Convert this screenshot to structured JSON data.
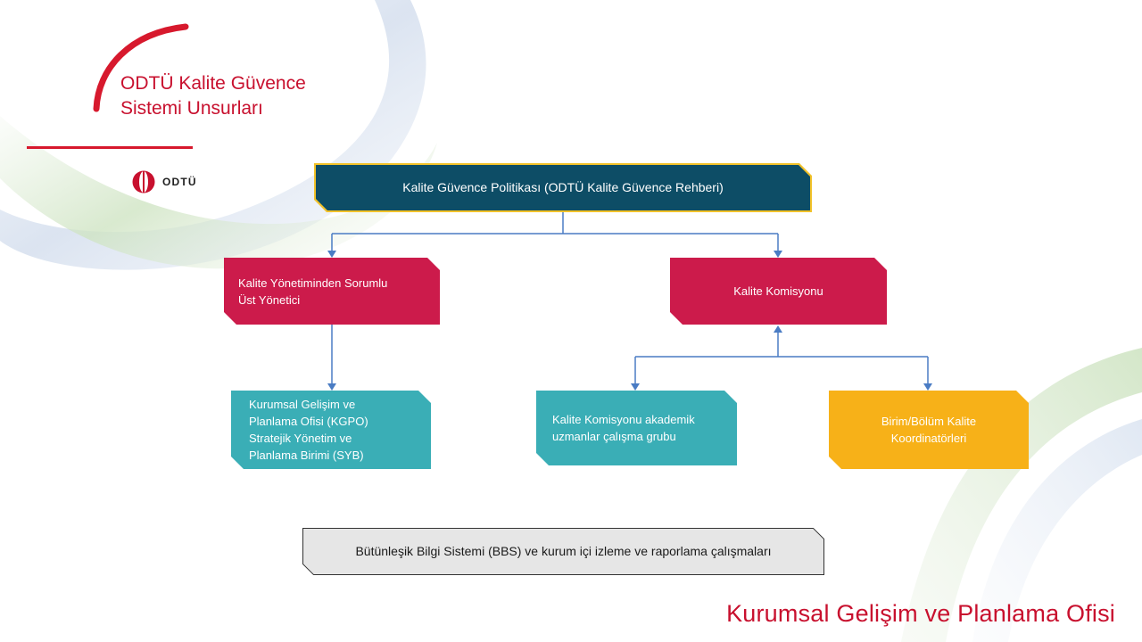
{
  "header": {
    "title_line1": "ODTÜ Kalite Güvence",
    "title_line2": "Sistemi Unsurları",
    "logo_text": "ODTÜ"
  },
  "diagram": {
    "policy": "Kalite Güvence Politikası (ODTÜ Kalite Güvence Rehberi)",
    "management": "Kalite Yönetiminden Sorumlu\nÜst Yönetici",
    "commission": "Kalite Komisyonu",
    "kgpo": "Kurumsal Gelişim ve\nPlanlama Ofisi (KGPO)\nStratejik Yönetim ve\nPlanlama Birimi (SYB)",
    "academic_group": "Kalite Komisyonu akademik\nuzmanlar çalışma grubu",
    "coordinators": "Birim/Bölüm Kalite\nKoordinatörleri",
    "bbs": "Bütünleşik Bilgi Sistemi (BBS) ve kurum içi izleme ve raporlama çalışmaları"
  },
  "footer": {
    "office_name": "Kurumsal Gelişim ve Planlama Ofisi"
  },
  "colors": {
    "brand_red": "#c8102e",
    "policy_fill": "#0d4d66",
    "policy_border": "#f2c229",
    "magenta": "#cc1b4b",
    "teal": "#3aaeb6",
    "amber": "#f7b118",
    "connector": "#4a7cc4"
  }
}
